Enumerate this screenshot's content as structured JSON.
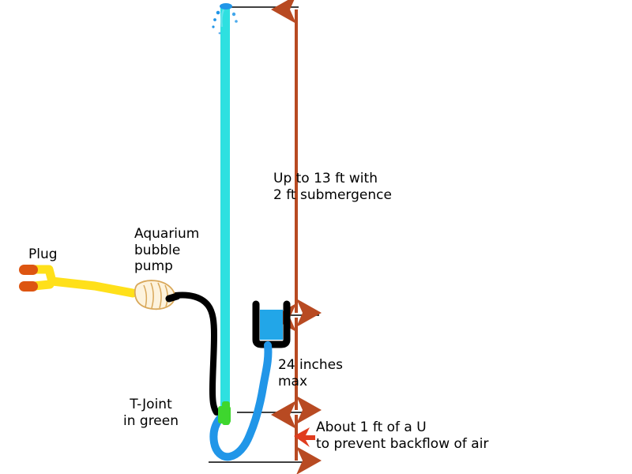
{
  "diagram": {
    "title": "Aquarium bubble pump airlift siphon diagram",
    "background_color": "#ffffff",
    "labels": {
      "plug": "Plug",
      "pump": "Aquarium\nbubble\npump",
      "lift_height": "Up to 13 ft with\n2 ft submergence",
      "submergence": "24 inches\nmax",
      "tjoint": "T-Joint\nin green",
      "u_bend": "About 1 ft of a U\nto prevent backflow of air"
    },
    "colors": {
      "riser_pipe": "#2ee0e0",
      "water_tube": "#2196e8",
      "air_tube": "#000000",
      "t_joint": "#3ed62e",
      "power_cord": "#ffe01a",
      "plug_prongs": "#dd5511",
      "pump_body": "#fdf3dd",
      "pump_outline": "#d9a85a",
      "dimension_arrow": "#b84a22",
      "callout_arrow": "#e03c1e",
      "reference_line": "#000000",
      "container_wall": "#000000",
      "container_water": "#22a6e8"
    },
    "parts": {
      "riser": "vertical-cyan-riser-pipe",
      "droplets": "water-droplets-at-outlet",
      "container": "open-top-water-container",
      "u_bend": "blue-u-bend-tube",
      "air_line": "black-air-line",
      "plug": "two-prong-electric-plug",
      "pump": "shell-shaped-air-pump"
    },
    "dimensions": {
      "lift_value": "Up to 13 ft",
      "submergence_value": "2 ft",
      "max_depth_value": "24 inches",
      "u_depth_value": "About 1 ft"
    }
  }
}
